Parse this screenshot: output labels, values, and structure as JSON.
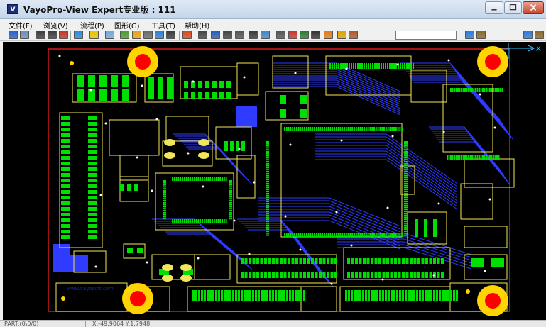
{
  "window": {
    "title": "VayoPro-View Expert专业版 : 111",
    "app_icon_text": "V"
  },
  "menu": [
    {
      "label": "文件(F)"
    },
    {
      "label": "浏览(V)"
    },
    {
      "label": "流程(P)"
    },
    {
      "label": "图形(G)"
    },
    {
      "label": "工具(T)"
    },
    {
      "label": "帮助(H)"
    }
  ],
  "toolbar": {
    "search_value": "",
    "buttons": [
      {
        "name": "save-icon",
        "color": "#2a62c9"
      },
      {
        "name": "print-icon",
        "color": "#6f8fb8"
      },
      {
        "name": "grid-icon",
        "color": "#3d3d3d"
      },
      {
        "name": "component-icon",
        "color": "#3d3d3d"
      },
      {
        "name": "layer-icon",
        "color": "#c0392b"
      },
      {
        "name": "layer-select-icon",
        "color": "#2b8be0"
      },
      {
        "name": "highlight-icon",
        "color": "#e8c200"
      },
      {
        "name": "zoom-icon",
        "color": "#7aa7d6"
      },
      {
        "name": "align-icon",
        "color": "#4c9c2e"
      },
      {
        "name": "pad-icon",
        "color": "#e3a21a"
      },
      {
        "name": "via-icon",
        "color": "#6b6b6b"
      },
      {
        "name": "measure-icon",
        "color": "#2f7fd0"
      },
      {
        "name": "net-icon",
        "color": "#3a3a3a"
      },
      {
        "name": "bars-icon",
        "color": "#d64a1d"
      },
      {
        "name": "frame-icon",
        "color": "#444444"
      },
      {
        "name": "columns-icon",
        "color": "#2b5fb3"
      },
      {
        "name": "chip-icon",
        "color": "#444444"
      },
      {
        "name": "diamond-icon",
        "color": "#555555"
      },
      {
        "name": "binoculars-icon",
        "color": "#3a3a3a"
      },
      {
        "name": "route-icon",
        "color": "#4a84c4"
      },
      {
        "name": "ruler-icon",
        "color": "#555555"
      },
      {
        "name": "list-icon",
        "color": "#cc3333"
      },
      {
        "name": "link-icon",
        "color": "#2f7a2f"
      },
      {
        "name": "bom-icon",
        "color": "#333333"
      },
      {
        "name": "paint-icon",
        "color": "#e07a1f"
      },
      {
        "name": "star-icon",
        "color": "#e0a300"
      },
      {
        "name": "palette-icon",
        "color": "#b05a2b"
      },
      {
        "name": "globe-icon",
        "color": "#2e7bd6"
      },
      {
        "name": "home-icon",
        "color": "#8a6a2b"
      }
    ]
  },
  "canvas": {
    "axis_label": "X",
    "silkscreen_text": "www.vayosoft.com"
  },
  "colors": {
    "canvas_bg": "#000000",
    "trace": "#2f3bff",
    "pad": "#00e000",
    "silkscreen": "#f2e65a",
    "drill": "#ff0000",
    "mount_ring": "#ffd400",
    "outline": "#d81b1b",
    "axis": "#35c2ff"
  },
  "status": {
    "part": "PART:(0\\0/0)",
    "coords": "X:-49.9064 Y:1.7948"
  }
}
